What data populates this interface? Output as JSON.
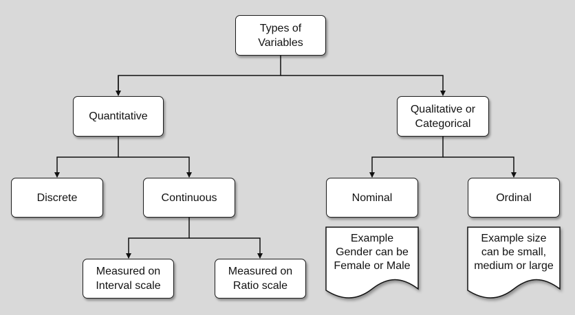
{
  "diagram": {
    "root": "Types of\nVariables",
    "quantitative": "Quantitative",
    "qualitative": "Qualitative or\nCategorical",
    "discrete": "Discrete",
    "continuous": "Continuous",
    "nominal": "Nominal",
    "ordinal": "Ordinal",
    "interval": "Measured on\nInterval scale",
    "ratio": "Measured on\nRatio scale",
    "nominal_example": "Example\nGender can be\nFemale or Male",
    "ordinal_example": "Example size\ncan be small,\nmedium or large"
  }
}
